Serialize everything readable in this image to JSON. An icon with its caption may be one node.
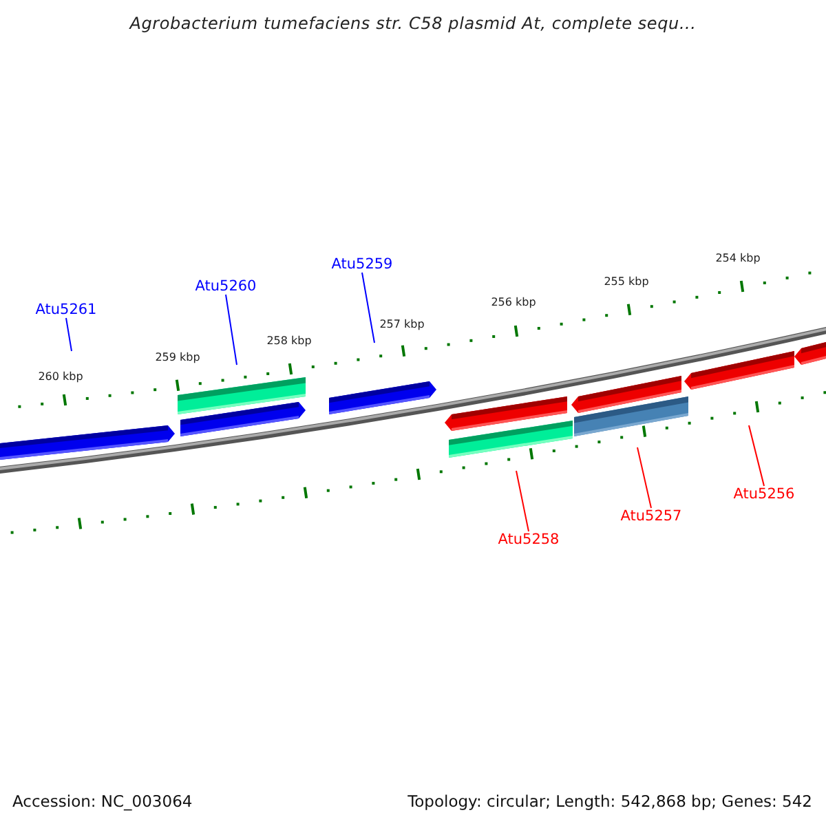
{
  "diagram": {
    "title": "Agrobacterium tumefaciens str. C58 plasmid At, complete sequ...",
    "nodes": [
      {
        "text": [
          "Atu5261"
        ]
      },
      {
        "text": [
          "Atu5260"
        ]
      },
      {
        "text": [
          "Atu5259"
        ]
      },
      {
        "text": [
          "Atu5258"
        ]
      },
      {
        "text": [
          "Atu5257"
        ]
      },
      {
        "text": [
          "Atu5256"
        ]
      },
      {
        "text": [],
        "shape": "pentagon"
      },
      {
        "text": [],
        "shape": "bar"
      },
      {
        "text": [],
        "shape": "pentagon"
      },
      {
        "text": [],
        "shape": "pentagon"
      },
      {
        "text": [],
        "shape": "pentagon"
      },
      {
        "text": [],
        "shape": "bar"
      },
      {
        "text": [],
        "shape": "pentagon"
      },
      {
        "text": [],
        "shape": "bar"
      },
      {
        "text": [],
        "shape": "pentagon"
      },
      {
        "text": [],
        "shape": "pentagon"
      }
    ],
    "edges": [
      {
        "from": 0,
        "to": null,
        "arrow": "none"
      },
      {
        "from": 1,
        "to": null,
        "arrow": "none"
      },
      {
        "from": 2,
        "to": null,
        "arrow": "none"
      },
      {
        "from": 3,
        "to": null,
        "arrow": "none",
        "color": "#ff0000"
      },
      {
        "from": 4,
        "to": null,
        "arrow": "none",
        "color": "#ff0000"
      },
      {
        "from": 5,
        "to": null,
        "arrow": "none",
        "color": "#ff0000"
      }
    ],
    "labels": [
      "260 kbp",
      "259 kbp",
      "258 kbp",
      "257 kbp",
      "256 kbp",
      "255 kbp",
      "254 kbp",
      "Accession: NC_003064",
      "Topology: circular; Length: 542,868 bp; Genes: 542"
    ]
  }
}
